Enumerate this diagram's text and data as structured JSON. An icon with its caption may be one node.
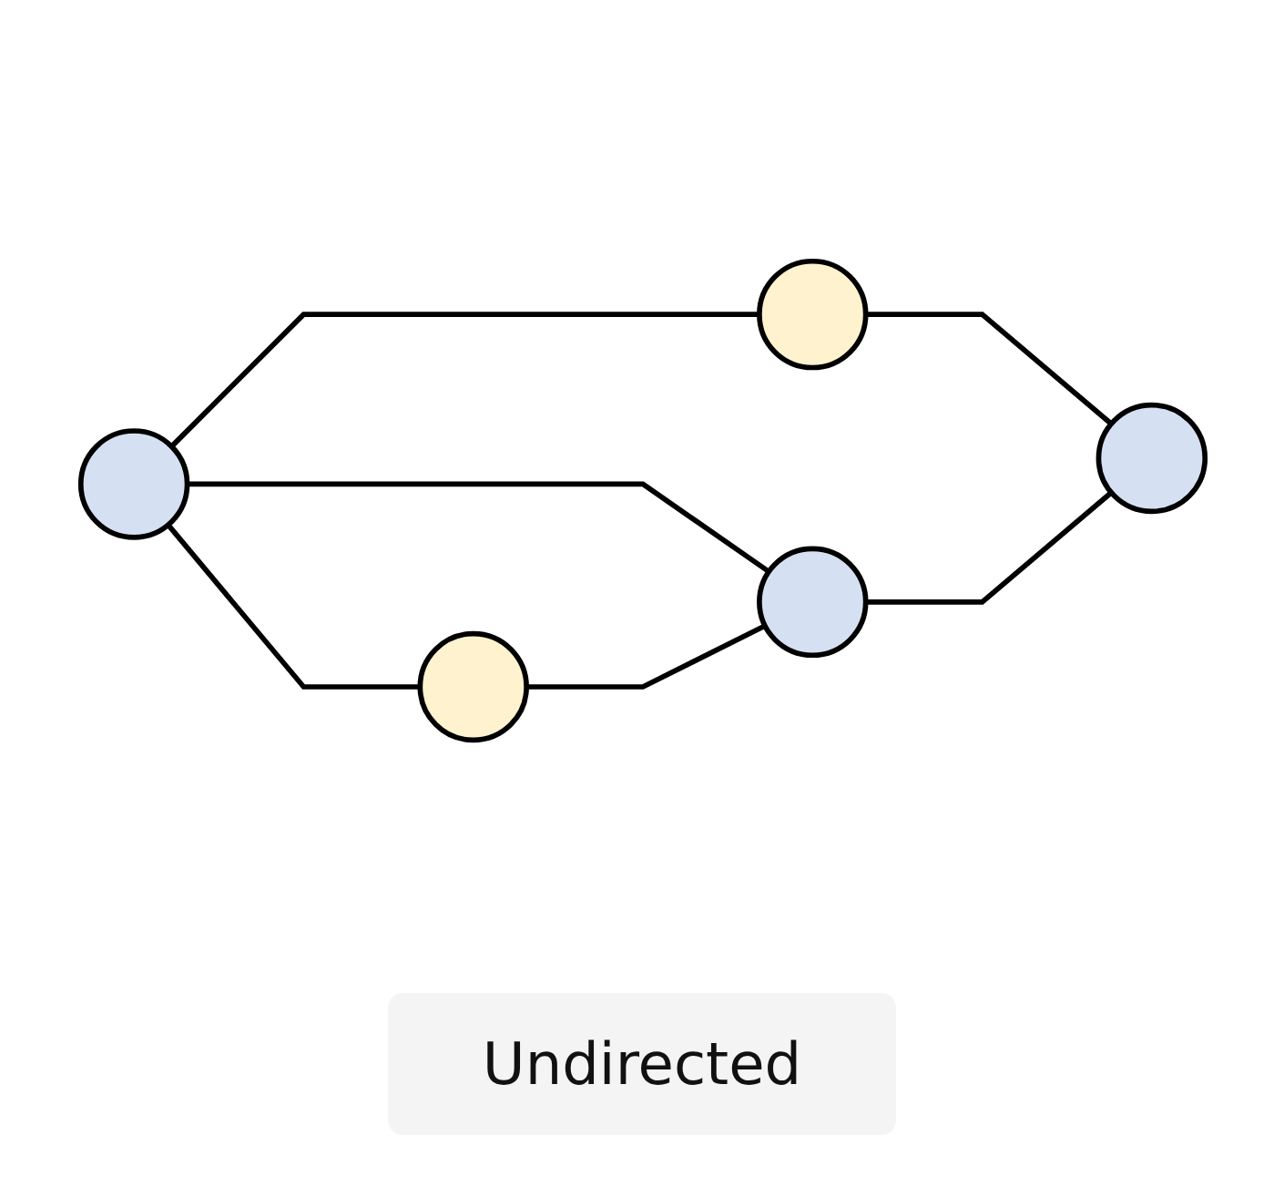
{
  "diagram": {
    "caption": "Undirected",
    "nodes": [
      {
        "text": [],
        "shape": "circle"
      },
      {
        "text": [],
        "shape": "circle"
      },
      {
        "text": [],
        "shape": "circle"
      },
      {
        "text": [],
        "shape": "circle"
      },
      {
        "text": [],
        "shape": "circle"
      }
    ],
    "edges": [
      {
        "from": 0,
        "to": 1,
        "arrow": "none"
      },
      {
        "from": 0,
        "to": 3,
        "arrow": "none"
      },
      {
        "from": 0,
        "to": 4,
        "arrow": "none"
      },
      {
        "from": 1,
        "to": 2,
        "arrow": "none"
      },
      {
        "from": 3,
        "to": 4,
        "arrow": "none"
      },
      {
        "from": 4,
        "to": 2,
        "arrow": "none"
      }
    ]
  }
}
